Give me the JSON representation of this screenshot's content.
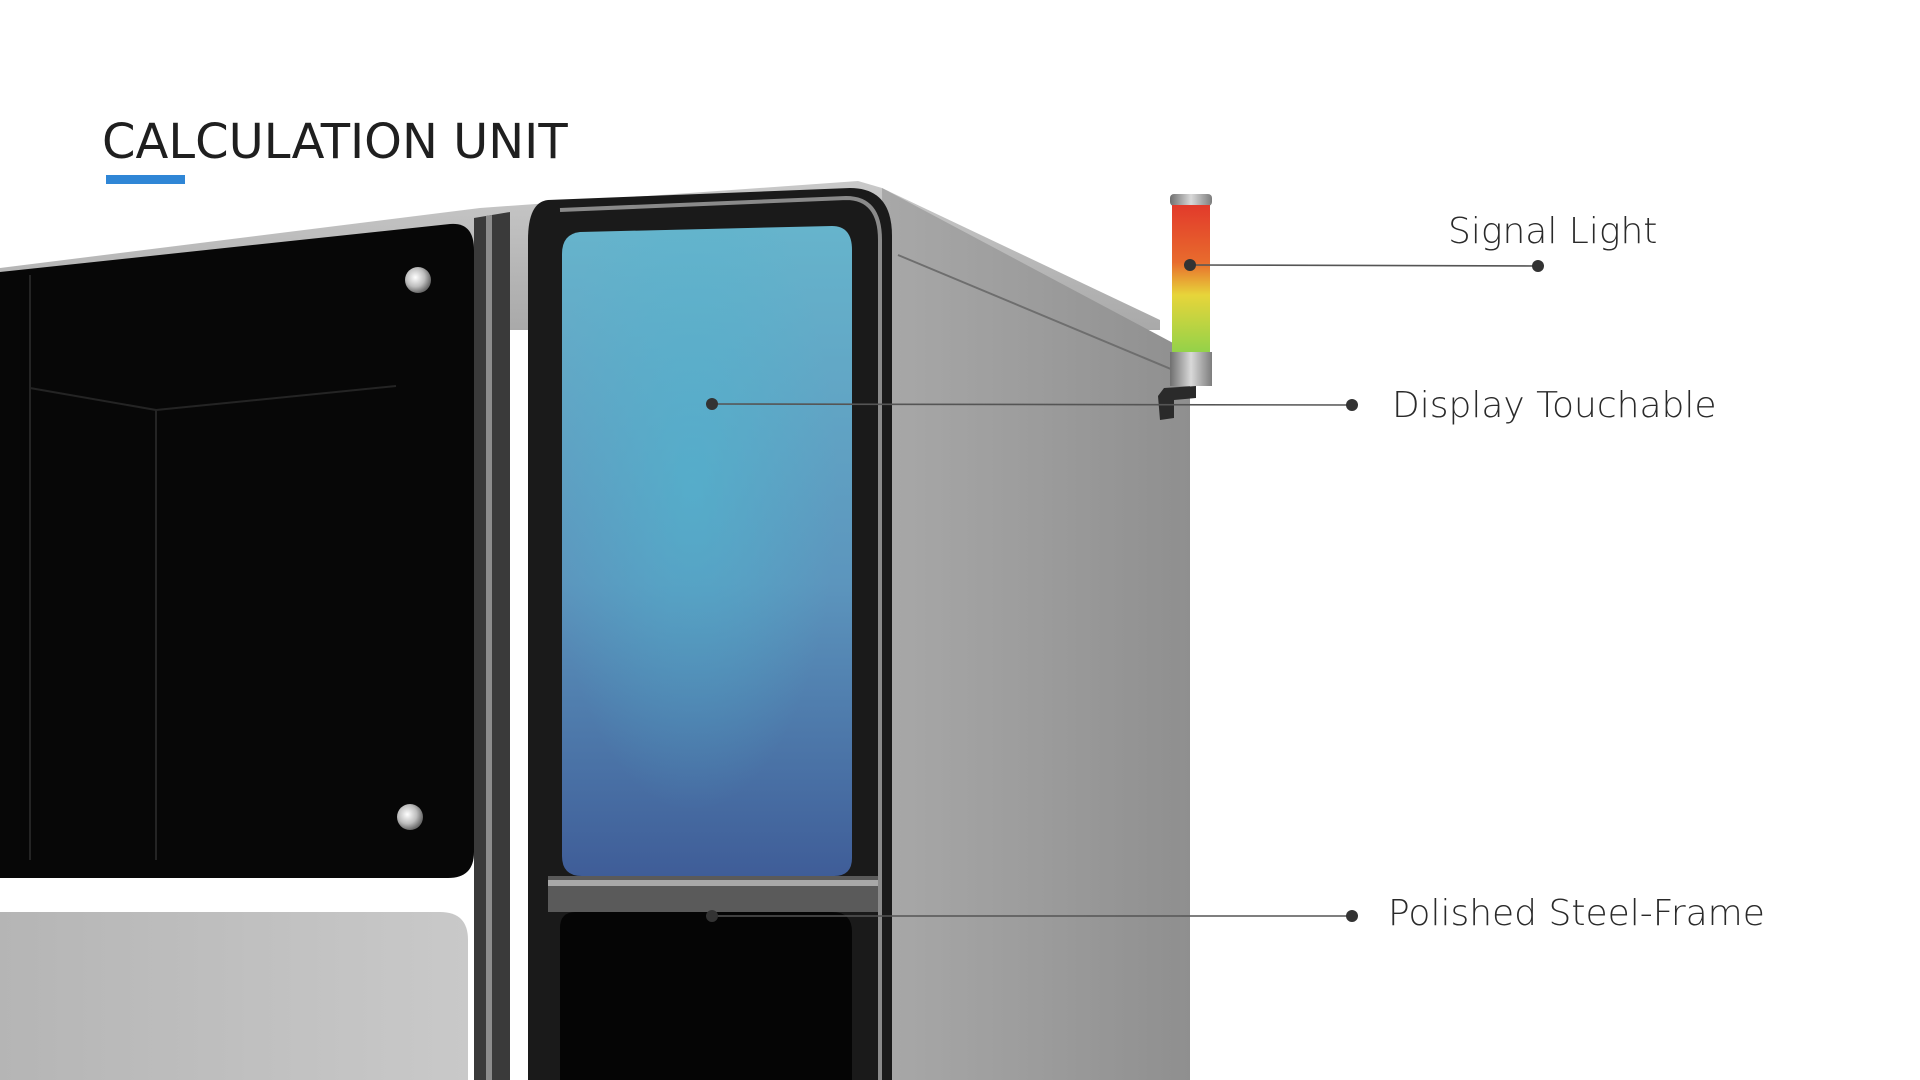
{
  "heading": {
    "title": "CALCULATION UNIT",
    "accent_color": "#2f86d6"
  },
  "callouts": [
    {
      "id": "signal-light",
      "label": "Signal Light"
    },
    {
      "id": "display-touchable",
      "label": "Display Touchable"
    },
    {
      "id": "polished-steel-frame",
      "label": "Polished Steel-Frame"
    }
  ],
  "colors": {
    "background": "#ffffff",
    "cabinet_steel": "#9a9a9a",
    "glass_black": "#0a0a0a",
    "screen_top": "#66b4cc",
    "screen_bottom": "#3f5d98",
    "signal_red": "#e23a2b",
    "signal_yellow": "#e7d53a",
    "signal_green": "#8fd24a",
    "leader_line": "#555555"
  }
}
